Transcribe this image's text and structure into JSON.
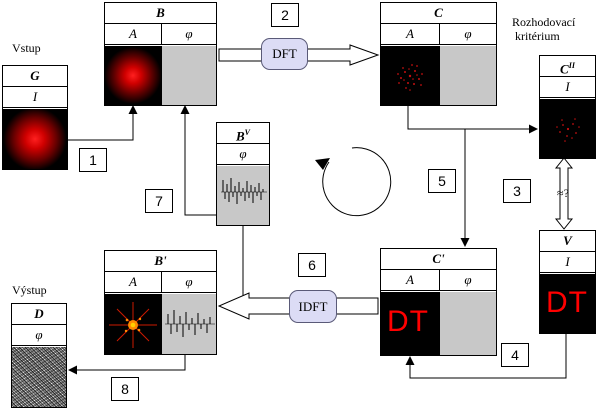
{
  "labels": {
    "vstup": "Vstup",
    "vystup": "Výstup",
    "criterion_line1": "Rozhodovací",
    "criterion_line2": "kritérium"
  },
  "boxes": {
    "G": {
      "title": "G",
      "row": "I"
    },
    "B": {
      "title": "B",
      "col_a": "A",
      "col_phi": "φ"
    },
    "C": {
      "title": "C",
      "col_a": "A",
      "col_phi": "φ"
    },
    "C2": {
      "title": "C",
      "title_mark": "II",
      "row": "I"
    },
    "BV": {
      "title": "B",
      "title_mark": "V",
      "row": "φ"
    },
    "Bp": {
      "title": "B'",
      "col_a": "A",
      "col_phi": "φ"
    },
    "Cp": {
      "title": "C'",
      "col_a": "A",
      "col_phi": "φ",
      "overlay": "DT"
    },
    "V": {
      "title": "V",
      "row": "I",
      "overlay": "DT"
    },
    "D": {
      "title": "D",
      "row": "φ"
    }
  },
  "transforms": {
    "dft": "DFT",
    "idft": "IDFT",
    "compare": "≈?"
  },
  "steps": [
    "1",
    "2",
    "3",
    "4",
    "5",
    "6",
    "7",
    "8"
  ],
  "colors": {
    "accent_red": "#ff0000",
    "pill_fill": "#dcdcf5",
    "gray_cell": "#c8c8c8"
  }
}
